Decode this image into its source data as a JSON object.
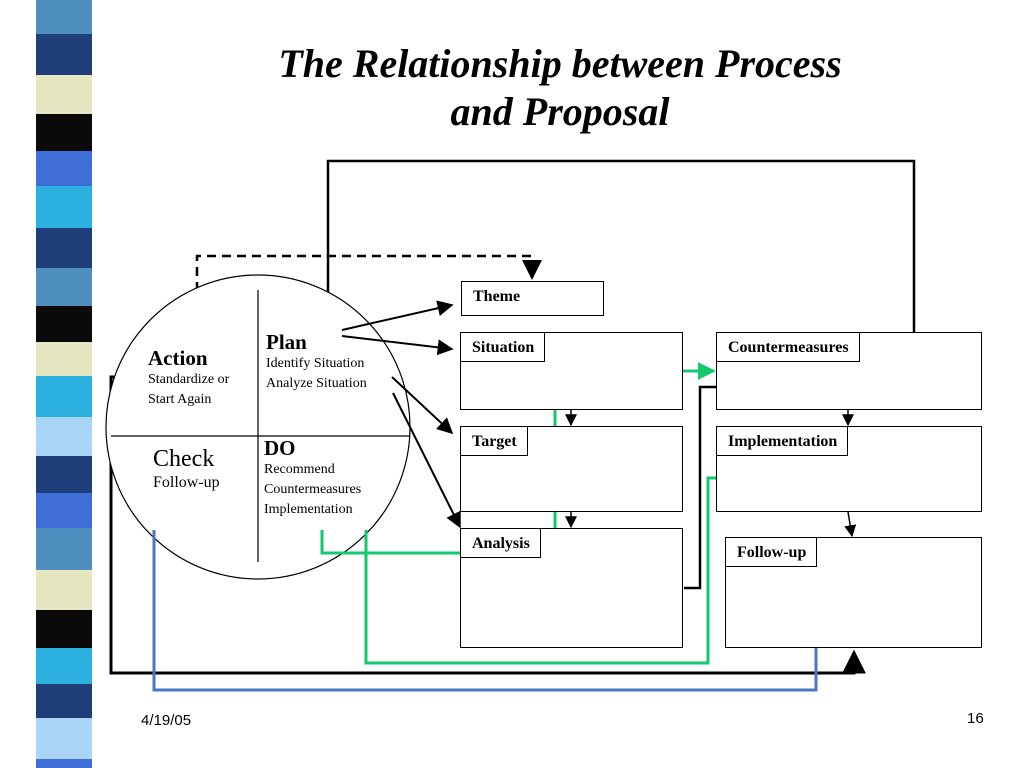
{
  "slide": {
    "title_line1": "The Relationship between Process",
    "title_line2": "and Proposal",
    "date": "4/19/05",
    "page_number": "16"
  },
  "cycle": {
    "action": {
      "heading": "Action",
      "lines": [
        "Standardize or",
        "Start Again"
      ]
    },
    "plan": {
      "heading": "Plan",
      "lines": [
        "Identify Situation",
        "Analyze Situation"
      ]
    },
    "check": {
      "heading": "Check",
      "lines": [
        "Follow-up"
      ]
    },
    "do": {
      "heading": "DO",
      "lines": [
        "Recommend",
        "Countermeasures",
        "Implementation"
      ]
    }
  },
  "boxes": {
    "theme": "Theme",
    "situation": "Situation",
    "target": "Target",
    "analysis": "Analysis",
    "countermeasures": "Countermeasures",
    "implementation": "Implementation",
    "follow_up": "Follow-up"
  },
  "colors": {
    "green_connector": "#14c86e",
    "blue_connector": "#4a74c4",
    "black_connector": "#000000",
    "stripe_palette": [
      "#4f8fc0",
      "#1e3f7a",
      "#e6e6c0",
      "#0a0a0a",
      "#3f6fd6",
      "#2bb0e0",
      "#a9d4f5"
    ]
  }
}
